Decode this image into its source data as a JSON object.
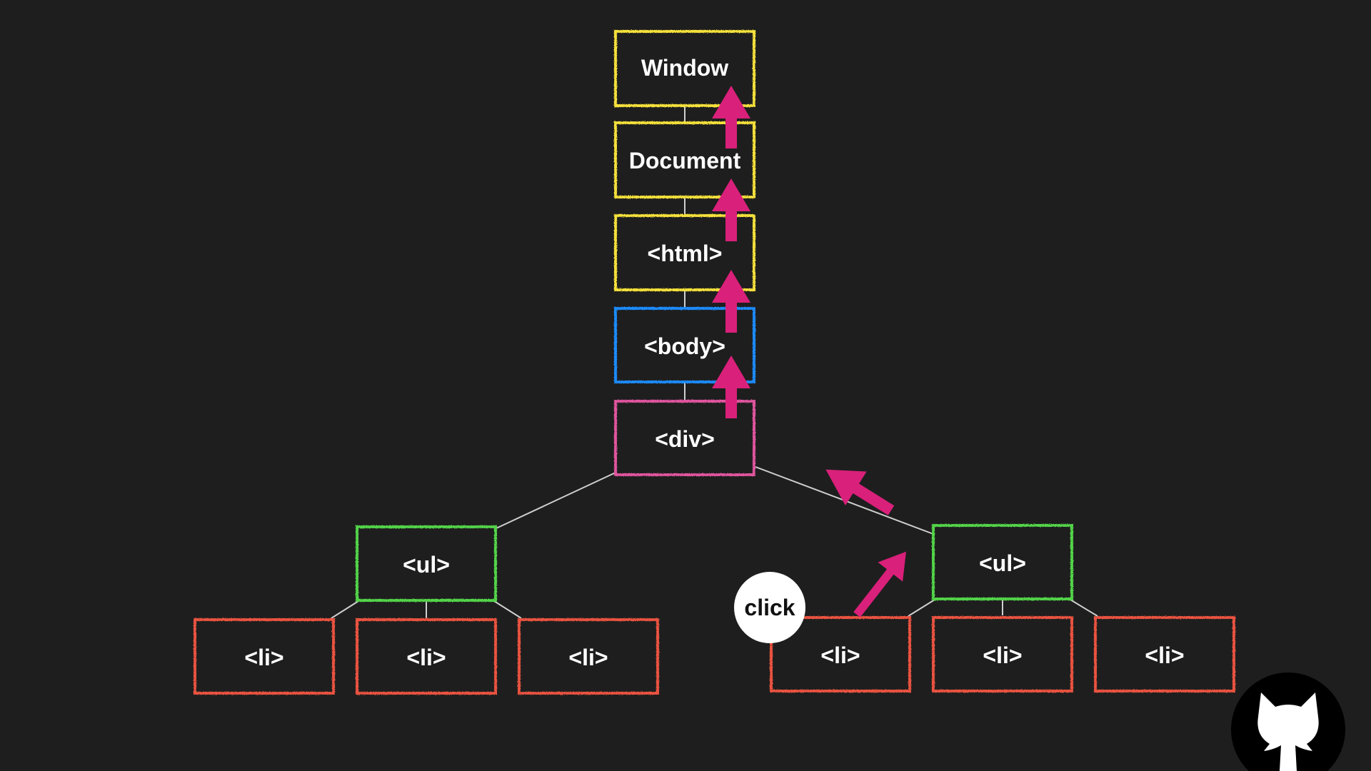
{
  "colors": {
    "background": "#1e1e1e",
    "ancestor": "#f4e03a",
    "body": "#1a8cff",
    "div": "#e0559e",
    "ul": "#52d44a",
    "li": "#ea5340",
    "arrow": "#d9207a",
    "connector": "#cfcfcf",
    "click_badge": "#ffffff"
  },
  "nodes": {
    "window": {
      "label": "Window",
      "role": "ancestor"
    },
    "document": {
      "label": "Document",
      "role": "ancestor"
    },
    "html": {
      "label": "<html>",
      "role": "ancestor"
    },
    "body": {
      "label": "<body>",
      "role": "body"
    },
    "div": {
      "label": "<div>",
      "role": "div"
    },
    "ul_left": {
      "label": "<ul>",
      "role": "ul"
    },
    "ul_right": {
      "label": "<ul>",
      "role": "ul"
    },
    "li_left_1": {
      "label": "<li>",
      "role": "li"
    },
    "li_left_2": {
      "label": "<li>",
      "role": "li"
    },
    "li_left_3": {
      "label": "<li>",
      "role": "li"
    },
    "li_right_1": {
      "label": "<li>",
      "role": "li"
    },
    "li_right_2": {
      "label": "<li>",
      "role": "li"
    },
    "li_right_3": {
      "label": "<li>",
      "role": "li"
    }
  },
  "click_badge": {
    "label": "click"
  },
  "logo": {
    "icon": "cat-devil-mascot-icon"
  }
}
